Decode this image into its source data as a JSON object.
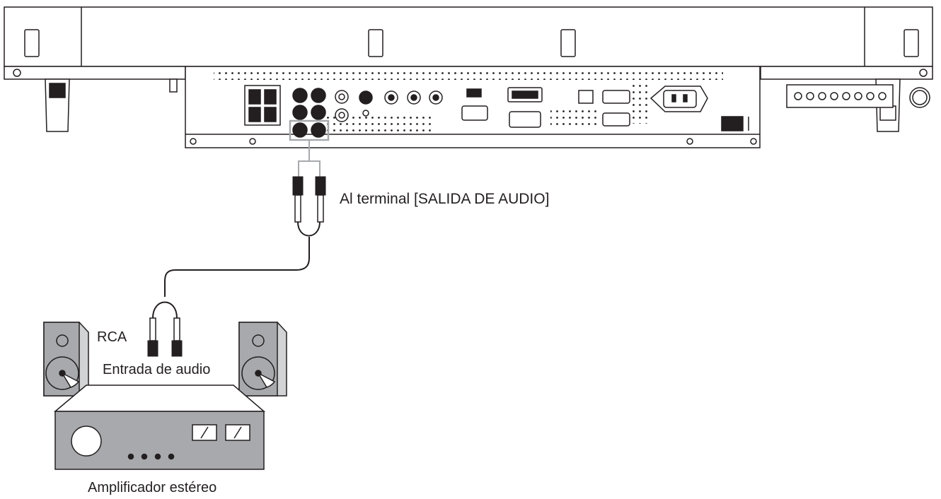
{
  "labels": {
    "terminal": "Al terminal [SALIDA DE AUDIO]",
    "rca": "RCA",
    "audio_input": "Entrada de audio",
    "amplifier": "Amplificador estéreo"
  },
  "colors": {
    "line": "#231f20",
    "panel_fill": "#ffffff",
    "dark_fill": "#231f20",
    "gray_fill": "#a7a9ac",
    "light_gray": "#d1d3d4",
    "highlight": "#a7a9ac"
  }
}
